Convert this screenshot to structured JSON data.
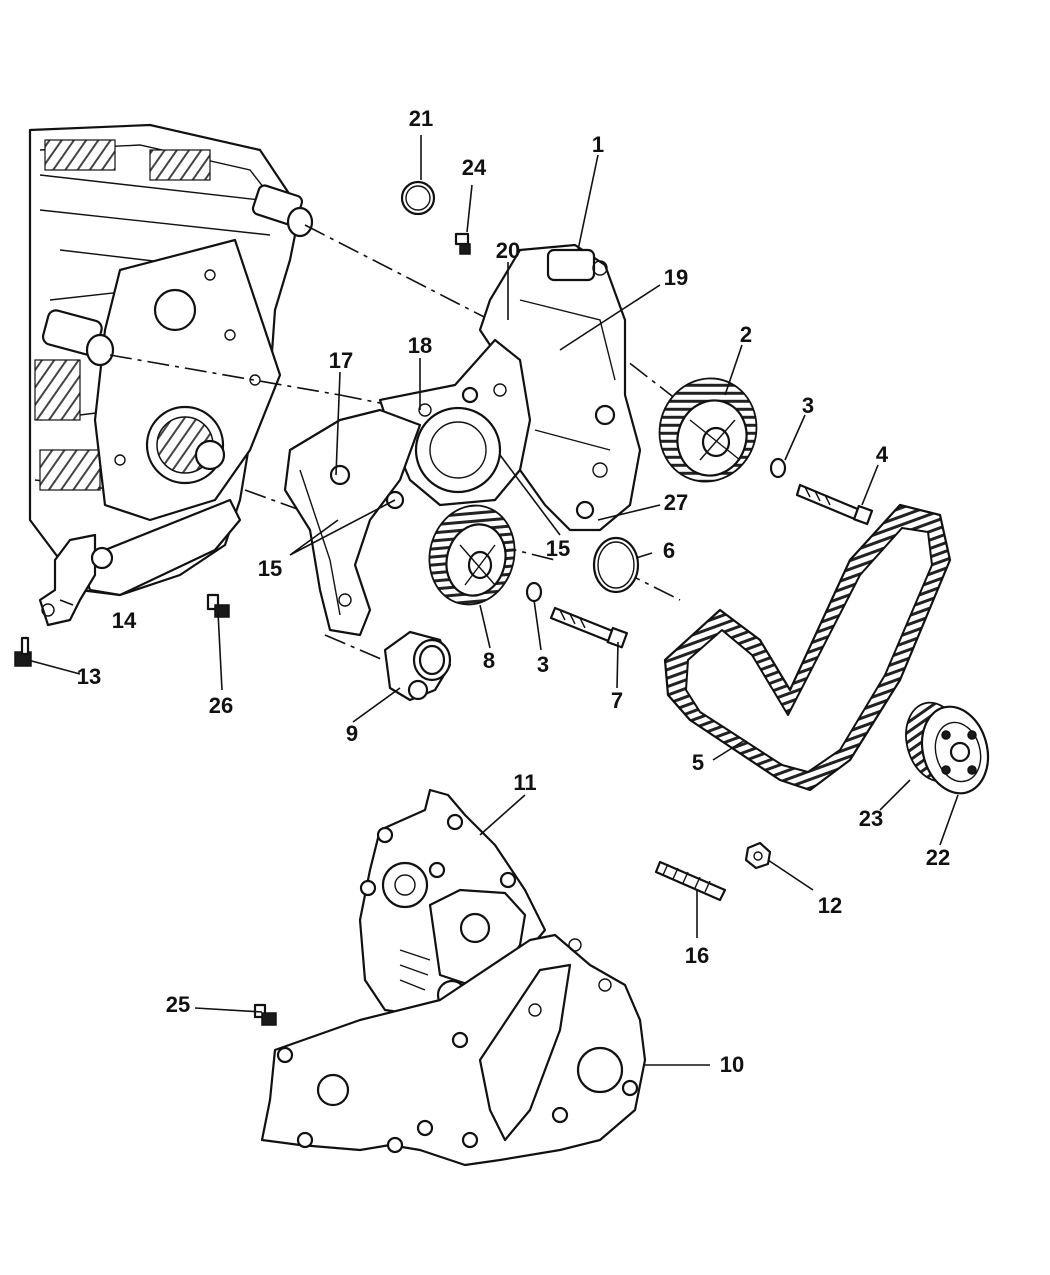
{
  "diagram": {
    "type": "exploded-parts-diagram",
    "subject": "engine timing belt, covers, sprockets and tensioner",
    "callouts": [
      {
        "id": "callout-1",
        "label": "1"
      },
      {
        "id": "callout-2",
        "label": "2"
      },
      {
        "id": "callout-3a",
        "label": "3"
      },
      {
        "id": "callout-3b",
        "label": "3"
      },
      {
        "id": "callout-4",
        "label": "4"
      },
      {
        "id": "callout-5",
        "label": "5"
      },
      {
        "id": "callout-6",
        "label": "6"
      },
      {
        "id": "callout-7",
        "label": "7"
      },
      {
        "id": "callout-8",
        "label": "8"
      },
      {
        "id": "callout-9",
        "label": "9"
      },
      {
        "id": "callout-10",
        "label": "10"
      },
      {
        "id": "callout-11",
        "label": "11"
      },
      {
        "id": "callout-12",
        "label": "12"
      },
      {
        "id": "callout-13",
        "label": "13"
      },
      {
        "id": "callout-14",
        "label": "14"
      },
      {
        "id": "callout-15a",
        "label": "15"
      },
      {
        "id": "callout-15b",
        "label": "15"
      },
      {
        "id": "callout-16",
        "label": "16"
      },
      {
        "id": "callout-17",
        "label": "17"
      },
      {
        "id": "callout-18",
        "label": "18"
      },
      {
        "id": "callout-19",
        "label": "19"
      },
      {
        "id": "callout-20",
        "label": "20"
      },
      {
        "id": "callout-21",
        "label": "21"
      },
      {
        "id": "callout-22",
        "label": "22"
      },
      {
        "id": "callout-23",
        "label": "23"
      },
      {
        "id": "callout-24",
        "label": "24"
      },
      {
        "id": "callout-25",
        "label": "25"
      },
      {
        "id": "callout-26",
        "label": "26"
      },
      {
        "id": "callout-27",
        "label": "27"
      }
    ]
  }
}
